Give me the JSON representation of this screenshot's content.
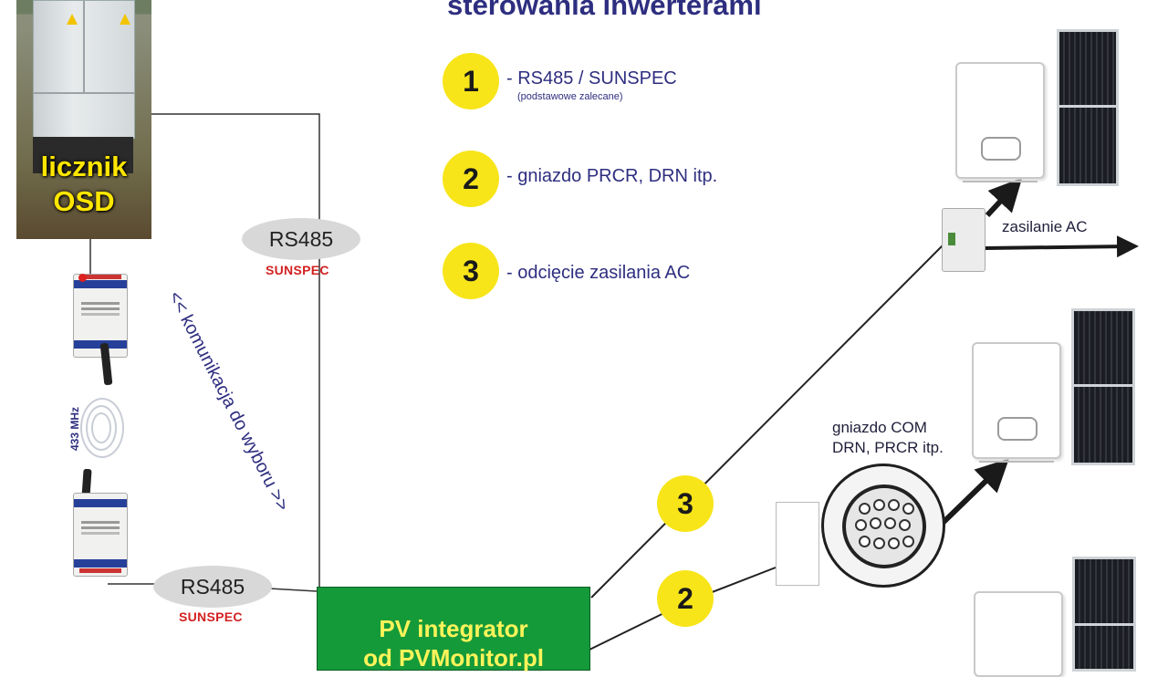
{
  "title": "sterowania inwerterami",
  "legend": [
    {
      "number": "1",
      "text": "- RS485 / SUNSPEC",
      "sub": "(podstawowe zalecane)"
    },
    {
      "number": "2",
      "text": "- gniazdo PRCR, DRN itp.",
      "sub": ""
    },
    {
      "number": "3",
      "text": "- odcięcie zasilania AC",
      "sub": ""
    }
  ],
  "meter": {
    "line1": "licznik",
    "line2": "OSD"
  },
  "frequency_label": "433 MHz",
  "communication_label": "<< komunikacja do wyboru >>",
  "rs485_top": {
    "label": "RS485",
    "sub": "SUNSPEC"
  },
  "rs485_bottom": {
    "label": "RS485",
    "sub": "SUNSPEC"
  },
  "integrator": {
    "line1": "PV integrator",
    "line2": "od PVMonitor.pl"
  },
  "connector_markers": [
    "3",
    "2"
  ],
  "ac_supply_label": "zasilanie AC",
  "com_socket": {
    "line1": "gniazdo COM",
    "line2": "DRN, PRCR itp."
  },
  "colors": {
    "title": "#2e2e80",
    "yellow_marker": "#f7e51a",
    "integrator_green": "#159a3a",
    "integrator_text": "#fff45a",
    "sunspec_red": "#d32121",
    "meter_text": "#ffe600"
  }
}
